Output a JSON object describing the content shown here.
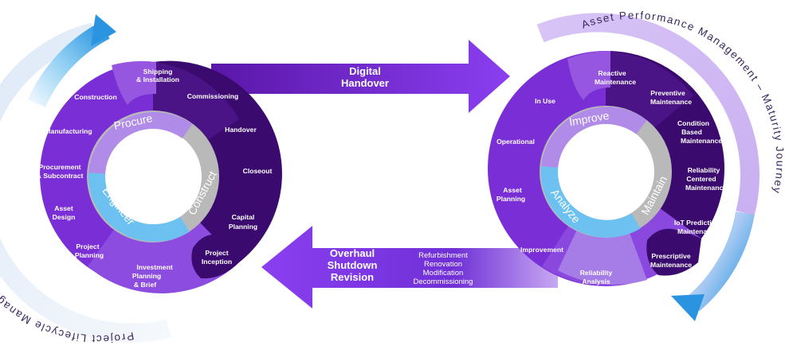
{
  "colors": {
    "deep_purple": "#3b0a6e",
    "purple": "#7a2fd6",
    "light_purple": "#b08be8",
    "lavender": "#d9c8f6",
    "blue": "#3aa0e8",
    "light_blue": "#6cc1f0",
    "grey": "#b9b9b9"
  },
  "left_cycle": {
    "outer_arc_text": "Project Lifecycle Management & Portfolio Optimization",
    "stages": {
      "shipping": "Shipping & Installation",
      "commissioning": "Commissioning",
      "handover": "Handover",
      "closeout": "Closeout",
      "capital": "Capital Planning",
      "inception": "Project Inception",
      "investment": "Investment Planning & Brief",
      "planning": "Project Planning",
      "asset_design": "Asset Design",
      "procurement": "Procurement & Subcontract",
      "manufacturing": "Manufacturing",
      "construction": "Construction"
    },
    "inner": {
      "procure": "Procure",
      "construct": "Construct",
      "engineer": "Engineer"
    }
  },
  "right_cycle": {
    "outer_arc_text": "Asset Performance Management – Maturity Journey",
    "stages": {
      "reactive": "Reactive Maintenance",
      "preventive": "Preventive Maintenance",
      "condition": "Condition Based Maintenance",
      "reliability_centered": "Reliability Centered Maintenance",
      "iot": "IoT Predictive Maintenance",
      "prescriptive": "Prescriptive Maintenance",
      "reliability_analysis": "Reliability Analysis",
      "improvement": "Improvement",
      "asset_planning": "Asset Planning",
      "operational": "Operational",
      "in_use": "In Use"
    },
    "inner": {
      "improve": "Improve",
      "maintain": "Maintain",
      "analyze": "Analyze"
    }
  },
  "arrows": {
    "top_title": "Digital Handover",
    "bottom_title": "Overhaul Shutdown Revision",
    "bottom_items": [
      "Refurbishment",
      "Renovation",
      "Modification",
      "Decommissioning"
    ]
  }
}
